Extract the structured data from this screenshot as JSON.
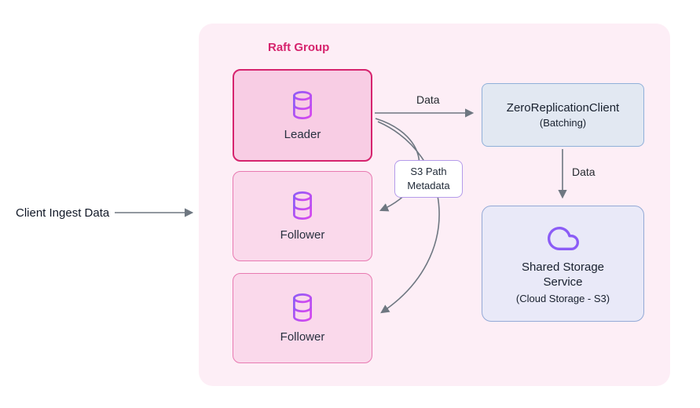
{
  "external": {
    "client_label": "Client Ingest Data"
  },
  "raft_group": {
    "title": "Raft Group",
    "nodes": [
      {
        "label": "Leader",
        "icon": "database-icon"
      },
      {
        "label": "Follower",
        "icon": "database-icon"
      },
      {
        "label": "Follower",
        "icon": "database-icon"
      }
    ]
  },
  "zero_replication": {
    "title": "ZeroReplicationClient",
    "subtitle": "(Batching)"
  },
  "shared_storage": {
    "title": "Shared Storage Service",
    "subtitle": "(Cloud Storage - S3)",
    "icon": "cloud-icon"
  },
  "edges": {
    "leader_to_zrc_label": "Data",
    "zrc_to_storage_label": "Data",
    "metadata_label": {
      "line1": "S3 Path",
      "line2": "Metadata"
    }
  },
  "colors": {
    "raft_bg": "#fdeef6",
    "leader_fill": "#f8cde4",
    "leader_border": "#d6246e",
    "follower_fill": "#fad9eb",
    "follower_border": "#e87ab1",
    "zrc_fill": "#e2e8f2",
    "zrc_border": "#8fb0d9",
    "storage_fill": "#e9e9f8",
    "storage_border": "#93a9d6",
    "metadata_border": "#b49bea",
    "icon_purple": "#8b5cf6",
    "icon_magenta": "#d946ef",
    "arrow_gray": "#6e7781",
    "title_pink": "#d6246e"
  }
}
